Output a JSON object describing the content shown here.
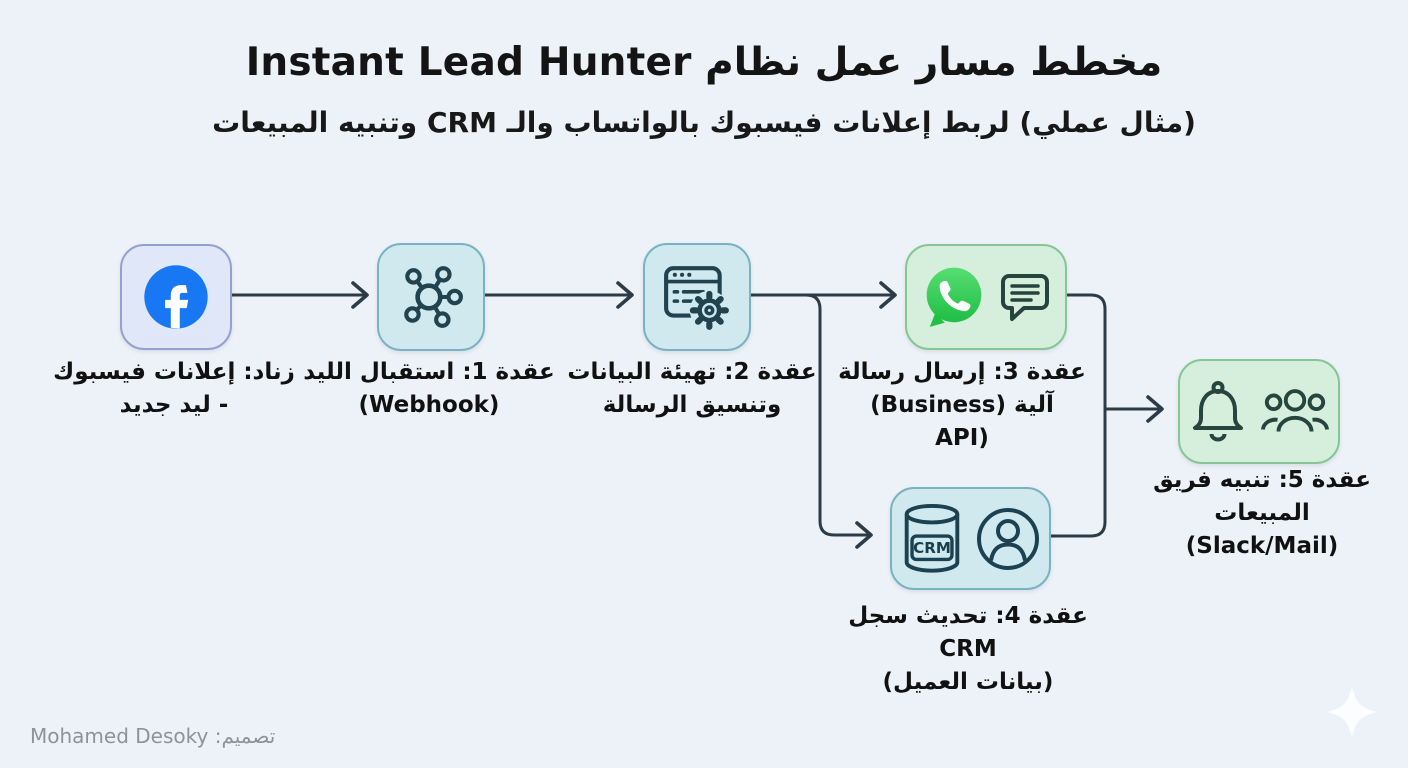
{
  "header": {
    "title": "مخطط مسار عمل نظام Instant Lead Hunter",
    "subtitle": "(مثال عملي) لربط إعلانات فيسبوك بالواتساب والـ CRM وتنبيه المبيعات"
  },
  "nodes": [
    {
      "id": "trigger-facebook-ads",
      "icon": "facebook-icon",
      "label_lines": [
        "زناد: إعلانات فيسبوك",
        "- ليد جديد"
      ]
    },
    {
      "id": "node1-receive-lead",
      "icon": "webhook-hub-icon",
      "label_lines": [
        "عقدة 1: استقبال الليد",
        "(Webhook)"
      ]
    },
    {
      "id": "node2-prepare-data",
      "icon": "window-gear-icon",
      "label_lines": [
        "عقدة 2: تهيئة البيانات",
        "وتنسيق الرسالة"
      ]
    },
    {
      "id": "node3-send-whatsapp",
      "icons": [
        "whatsapp-icon",
        "chat-bubble-icon"
      ],
      "label_lines": [
        "عقدة 3: إرسال رسالة",
        "آلية (Business)",
        "API)"
      ]
    },
    {
      "id": "node4-update-crm",
      "icons": [
        "crm-database-icon",
        "user-icon"
      ],
      "crm_text": "CRM",
      "label_lines": [
        "عقدة 4: تحديث سجل CRM",
        "(بيانات العميل)"
      ]
    },
    {
      "id": "node5-alert-sales",
      "icons": [
        "bell-icon",
        "team-icon"
      ],
      "label_lines": [
        "عقدة 5: تنبيه فريق المبيعات",
        "(Slack/Mail)"
      ]
    }
  ],
  "footer": {
    "credit": "تصميم: Mohamed Desoky"
  },
  "colors": {
    "background": "#edf2f8",
    "facebook_blue": "#1877f2",
    "whatsapp_green": "#2bc547",
    "box_blue_bg": "#dfe7f9",
    "box_blue_border": "#93a2cd",
    "box_teal_bg": "#cfe9ef",
    "box_teal_border": "#79b3c2",
    "box_green_bg": "#d6efdc",
    "box_green_border": "#84c795",
    "icon_stroke": "#21434f",
    "wire": "#2b3c48",
    "text": "#111111",
    "credit_text": "#8d929b"
  }
}
